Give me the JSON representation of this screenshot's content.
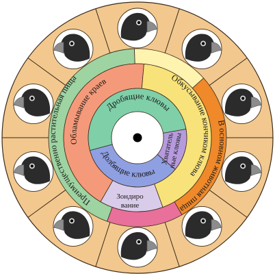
{
  "colors": {
    "outer_ring": "#F2C88E",
    "spoke": "#3a2a1a",
    "medallion": "#ffffff",
    "ring_herbivore": "#9ED3A2",
    "ring_mixed": "#FFF3B0",
    "ring_carnivore": "#F0892A",
    "ring_bottom_pink": "#E8709A",
    "middle_edges": "#F49A7A",
    "middle_tips": "#F8E27A",
    "middle_probe": "#D9CCEA",
    "inner_crush": "#7FCFA8",
    "inner_chisel": "#8FA0E2",
    "inner_grasp": "#B59BDD",
    "core": "#ffffff",
    "center_dot": "#000000",
    "bird_head": "#2b2b2b",
    "bird_eye_ring": "#d8d8d8",
    "beak": "#8c8c8c"
  },
  "outer_ring_labels": {
    "herbivore": "Преимущественно растительная пища",
    "carnivore": "В основном животная пища"
  },
  "middle_ring_labels": {
    "edges": "Обламывание краев",
    "tips": "Обкусывание кончиком клюва",
    "probe_line1": "Зондиро",
    "probe_line2": "вание"
  },
  "inner_ring_labels": {
    "crush": "Дробящие клювы",
    "chisel": "Долбящие клювы",
    "grasp_line1": "Хвататель",
    "grasp_line2": "ные клювы"
  },
  "finches": {
    "count": 10,
    "icon": "finch-head-icon"
  }
}
